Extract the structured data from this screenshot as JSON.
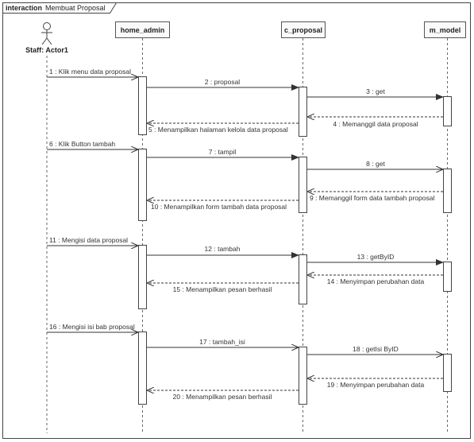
{
  "frame": {
    "keyword": "interaction",
    "name": "Membuat Proposal"
  },
  "actor": {
    "label": "Staff: Actor1"
  },
  "lifelines": [
    {
      "id": "home_admin",
      "label": "home_admin"
    },
    {
      "id": "c_proposal",
      "label": "c_proposal"
    },
    {
      "id": "m_model",
      "label": "m_model"
    }
  ],
  "messages": [
    {
      "text": "1 : Klik menu data proposal",
      "type": "sync"
    },
    {
      "text": "2 : proposal",
      "type": "sync"
    },
    {
      "text": "3 : get",
      "type": "sync"
    },
    {
      "text": "4 : Memanggil data proposal",
      "type": "reply"
    },
    {
      "text": "5 : Menampilkan halaman kelola data proposal",
      "type": "reply"
    },
    {
      "text": "6 : Klik Button tambah",
      "type": "sync"
    },
    {
      "text": "7 : tampil",
      "type": "sync"
    },
    {
      "text": "8 : get",
      "type": "sync"
    },
    {
      "text": "9 : Memanggil form data tambah proposal",
      "type": "reply"
    },
    {
      "text": "10 : Menampilkan form tambah data proposal",
      "type": "reply"
    },
    {
      "text": "11 : Mengisi data proposal",
      "type": "sync"
    },
    {
      "text": "12 : tambah",
      "type": "sync"
    },
    {
      "text": "13 : getByID",
      "type": "sync"
    },
    {
      "text": "14 : Menyimpan perubahan data",
      "type": "reply"
    },
    {
      "text": "15 : Menampilkan pesan berhasil",
      "type": "reply"
    },
    {
      "text": "16 : Mengisi isi bab proposal",
      "type": "sync"
    },
    {
      "text": "17 : tambah_isi",
      "type": "sync"
    },
    {
      "text": "18 : getIsi ByID",
      "type": "sync"
    },
    {
      "text": "19 : Menyimpan perubahan data",
      "type": "reply"
    },
    {
      "text": "20 : Menampilkan pesan berhasil",
      "type": "reply"
    }
  ]
}
